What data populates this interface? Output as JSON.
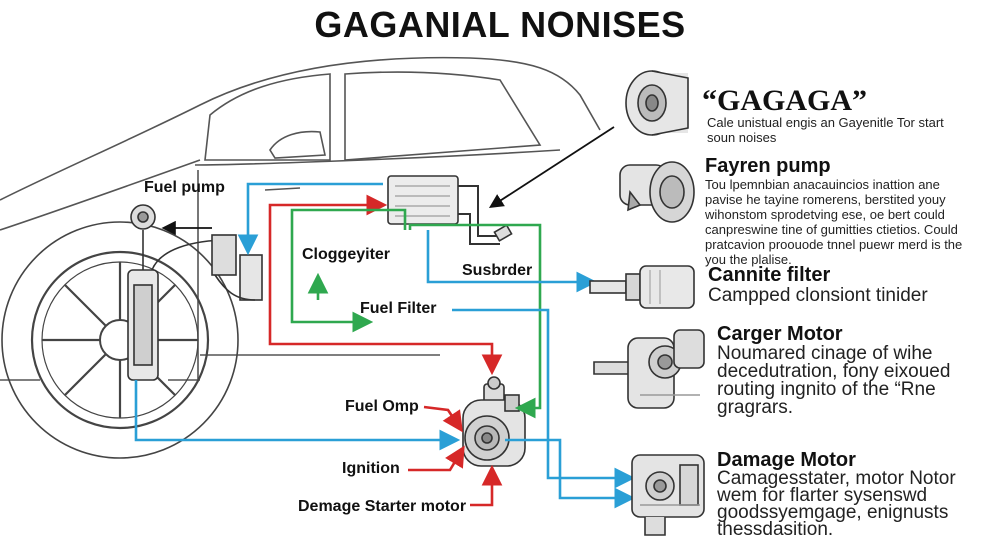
{
  "title": "GAGANIAL NONISES",
  "car_labels": {
    "fuel_pump": "Fuel pump",
    "cloggeyiter": "Cloggeyiter",
    "susbrder": "Susbrder",
    "fuel_filter": "Fuel Filter",
    "fuel_omp": "Fuel Omp",
    "ignition": "Ignition",
    "demage_starter": "Demage Starter motor"
  },
  "panels": [
    {
      "heading": "“GAGAGA”",
      "icon": "fuel-filter-canister-icon",
      "lines": [
        "Cale unistual engis an Gayenitle Tor start",
        "soun noises"
      ]
    },
    {
      "heading": "Fayren pump",
      "icon": "fuel-pump-icon",
      "lines": [
        "Tou lpemnbian anacauincios inattion ane",
        "pavise he tayine romerens, berstited youy",
        "wihonstom sprodetving ese, oe bert could",
        "canpreswine tine of gumitties ctietios. Could",
        "pratcavion proouode tnnel puewr merd is the",
        "you the plalise."
      ]
    },
    {
      "heading": "Cannite filter",
      "icon": "inline-filter-icon",
      "lines": [
        "Campped clonsiont tinider"
      ]
    },
    {
      "heading": "Carger Motor",
      "icon": "starter-motor-icon",
      "lines": [
        "Noumared cinage of wihe",
        "decedutration, fony eixoued",
        "routing ingnito of the “Rne",
        "gragrars."
      ]
    },
    {
      "heading": "Damage Motor",
      "icon": "damaged-motor-icon",
      "lines": [
        "Camagesstater, motor Notor",
        "wem for flarter sysenswd",
        "goodssyemgage, enignusts",
        "thessdasition."
      ]
    }
  ],
  "colors": {
    "fuel_line_blue": "#2a9fd6",
    "fuel_line_red": "#d62828",
    "fuel_line_green": "#2fa84f",
    "outline": "#333333"
  }
}
